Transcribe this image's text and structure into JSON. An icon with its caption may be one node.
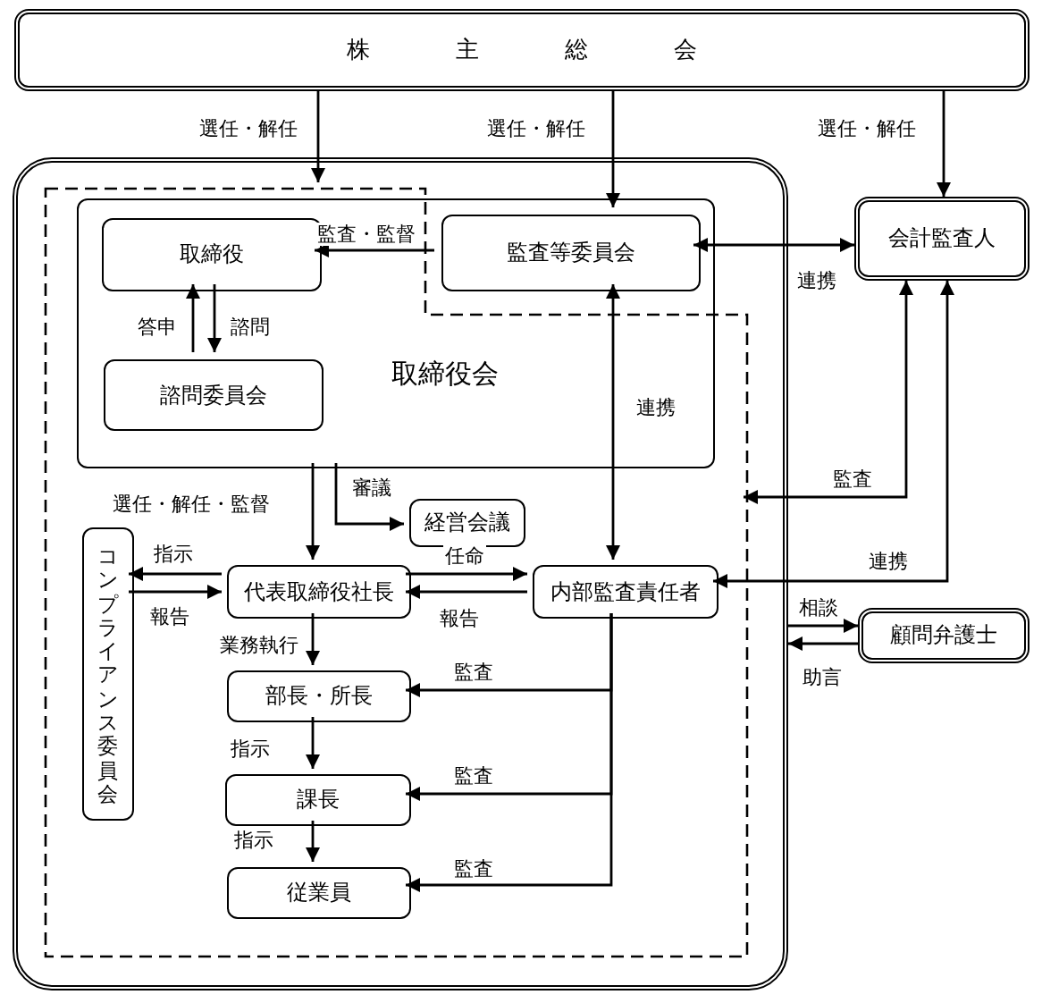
{
  "diagram": {
    "nodes": [
      {
        "text": [
          "株主総会"
        ]
      },
      {
        "text": [],
        "shape": "box"
      },
      {
        "text": [],
        "shape": "box",
        "in": 1
      },
      {
        "text": [
          "取締役会"
        ],
        "in": 2
      },
      {
        "text": [
          "取締役"
        ],
        "in": 3
      },
      {
        "text": [
          "諮問委員会"
        ],
        "in": 3
      },
      {
        "text": [
          "監査等委員会"
        ],
        "in": 3
      },
      {
        "text": [
          "会計監査人"
        ]
      },
      {
        "text": [
          "経営会議"
        ],
        "in": 2
      },
      {
        "text": [
          "コンプライアンス委員会"
        ],
        "in": 2
      },
      {
        "text": [
          "代表取締役社長"
        ],
        "in": 2
      },
      {
        "text": [
          "内部監査責任者"
        ],
        "in": 2
      },
      {
        "text": [
          "部長・所長"
        ],
        "in": 2
      },
      {
        "text": [
          "課長"
        ],
        "in": 2
      },
      {
        "text": [
          "従業員"
        ],
        "in": 2
      },
      {
        "text": [
          "顧問弁護士"
        ]
      }
    ],
    "edges": [
      {
        "from": 0,
        "to": 2,
        "arrow": "to",
        "label": "選任・解任"
      },
      {
        "from": 0,
        "to": 6,
        "arrow": "to",
        "label": "選任・解任"
      },
      {
        "from": 0,
        "to": 7,
        "arrow": "to",
        "label": "選任・解任"
      },
      {
        "from": 6,
        "to": 4,
        "arrow": "to",
        "label": "監査・監督"
      },
      {
        "from": 5,
        "to": 4,
        "arrow": "to",
        "label": "答申"
      },
      {
        "from": 4,
        "to": 5,
        "arrow": "to",
        "label": "諮問"
      },
      {
        "from": 6,
        "to": 7,
        "arrow": "both",
        "label": "連携"
      },
      {
        "from": 6,
        "to": 11,
        "arrow": "both",
        "label": "連携"
      },
      {
        "from": 7,
        "to": 2,
        "arrow": "both",
        "label": "監査"
      },
      {
        "from": 7,
        "to": 11,
        "arrow": "both",
        "label": "連携"
      },
      {
        "from": 3,
        "to": 10,
        "arrow": "to",
        "label": "選任・解任・監督"
      },
      {
        "from": 3,
        "to": 8,
        "arrow": "to",
        "label": "審議"
      },
      {
        "from": 10,
        "to": 9,
        "arrow": "to",
        "label": "指示"
      },
      {
        "from": 9,
        "to": 10,
        "arrow": "to",
        "label": "報告"
      },
      {
        "from": 10,
        "to": 11,
        "arrow": "to",
        "label": "任命"
      },
      {
        "from": 11,
        "to": 10,
        "arrow": "to",
        "label": "報告"
      },
      {
        "from": 10,
        "to": 12,
        "arrow": "to",
        "label": "業務執行"
      },
      {
        "from": 12,
        "to": 13,
        "arrow": "to",
        "label": "指示"
      },
      {
        "from": 13,
        "to": 14,
        "arrow": "to",
        "label": "指示"
      },
      {
        "from": 11,
        "to": 12,
        "arrow": "to",
        "label": "監査"
      },
      {
        "from": 11,
        "to": 13,
        "arrow": "to",
        "label": "監査"
      },
      {
        "from": 11,
        "to": 14,
        "arrow": "to",
        "label": "監査"
      },
      {
        "from": 1,
        "to": 15,
        "arrow": "to",
        "label": "相談"
      },
      {
        "from": 15,
        "to": 1,
        "arrow": "to",
        "label": "助言"
      }
    ]
  }
}
